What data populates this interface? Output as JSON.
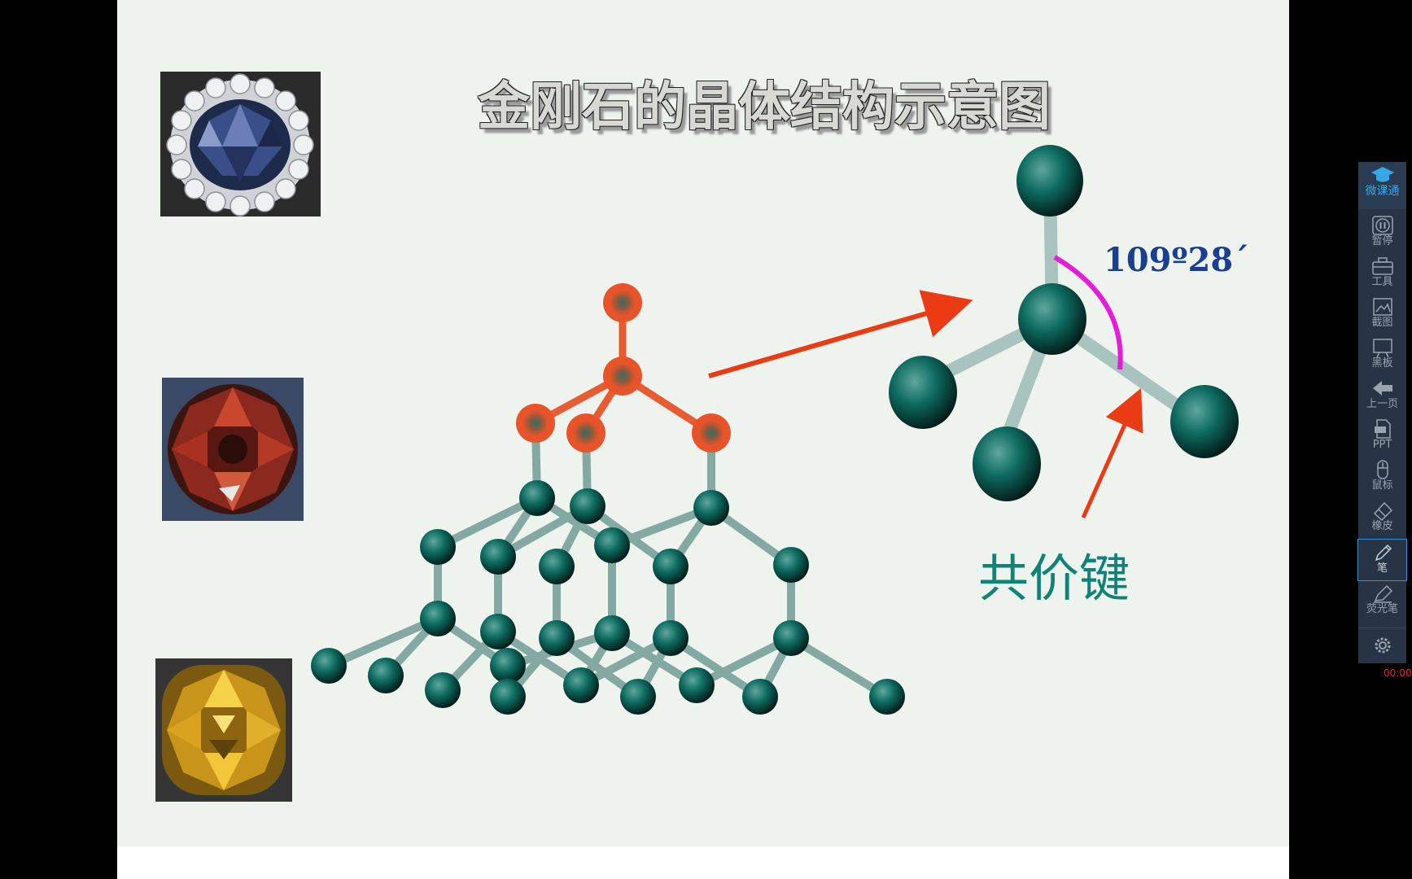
{
  "slide": {
    "title": "金刚石的晶体结构示意图",
    "angle_label": "109º28´",
    "bond_label": "共价键"
  },
  "toolbar": {
    "logo_label": "微课通",
    "items": [
      {
        "label": "暂停",
        "icon": "pause-icon"
      },
      {
        "label": "工具",
        "icon": "toolbox-icon"
      },
      {
        "label": "截图",
        "icon": "screenshot-icon"
      },
      {
        "label": "黑板",
        "icon": "blackboard-icon"
      },
      {
        "label": "上一页",
        "icon": "arrow-left-icon"
      },
      {
        "label": "PPT",
        "icon": "ppt-file-icon"
      },
      {
        "label": "鼠标",
        "icon": "mouse-icon"
      },
      {
        "label": "橡皮",
        "icon": "eraser-icon"
      },
      {
        "label": "笔",
        "icon": "pen-icon",
        "active": true
      },
      {
        "label": "荧光笔",
        "icon": "highlighter-icon"
      }
    ],
    "settings_icon": "gear-icon",
    "timer": "00:00"
  },
  "colors": {
    "atom": "#0f5a52",
    "highlight_atom": "#e8542a",
    "arc": "#e21fd6",
    "arrow": "#ea3b14",
    "angle_text": "#1a3f8f",
    "bond_text": "#108277",
    "toolbar_bg": "#263446"
  }
}
